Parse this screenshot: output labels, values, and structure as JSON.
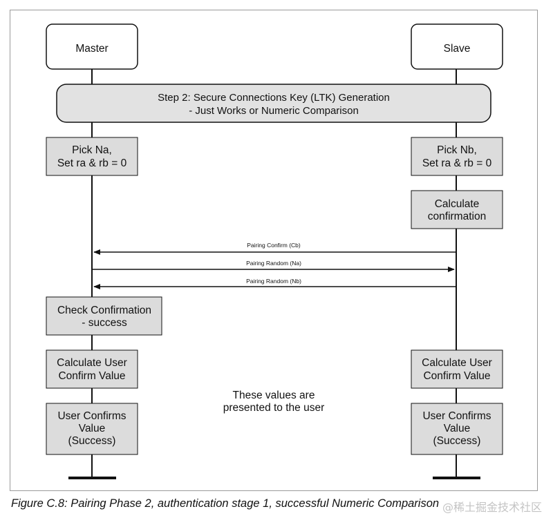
{
  "participants": {
    "master": "Master",
    "slave": "Slave"
  },
  "step_banner": {
    "line1": "Step 2: Secure Connections Key (LTK) Generation",
    "line2": "- Just Works or Numeric Comparison"
  },
  "master_steps": {
    "pick": [
      "Pick Na,",
      "Set ra & rb = 0"
    ],
    "check": [
      "Check Confirmation",
      "- success"
    ],
    "calc_user": [
      "Calculate User",
      "Confirm Value"
    ],
    "user_confirms": [
      "User Confirms",
      "Value",
      "(Success)"
    ]
  },
  "slave_steps": {
    "pick": [
      "Pick Nb,",
      "Set ra & rb = 0"
    ],
    "calc_confirm": [
      "Calculate",
      "confirmation"
    ],
    "calc_user": [
      "Calculate User",
      "Confirm Value"
    ],
    "user_confirms": [
      "User Confirms",
      "Value",
      "(Success)"
    ]
  },
  "messages": {
    "pairing_confirm": "Pairing Confirm (Cb)",
    "pairing_random_na": "Pairing Random (Na)",
    "pairing_random_nb": "Pairing Random (Nb)"
  },
  "note": [
    "These values are",
    "presented to the user"
  ],
  "caption": "Figure C.8:  Pairing Phase 2, authentication stage 1, successful Numeric Comparison",
  "watermark": "@稀土掘金技术社区",
  "colors": {
    "box_fill": "#dcdcdc",
    "banner_fill": "#e2e2e2",
    "line": "#111111",
    "frame": "#9a9a9a"
  }
}
